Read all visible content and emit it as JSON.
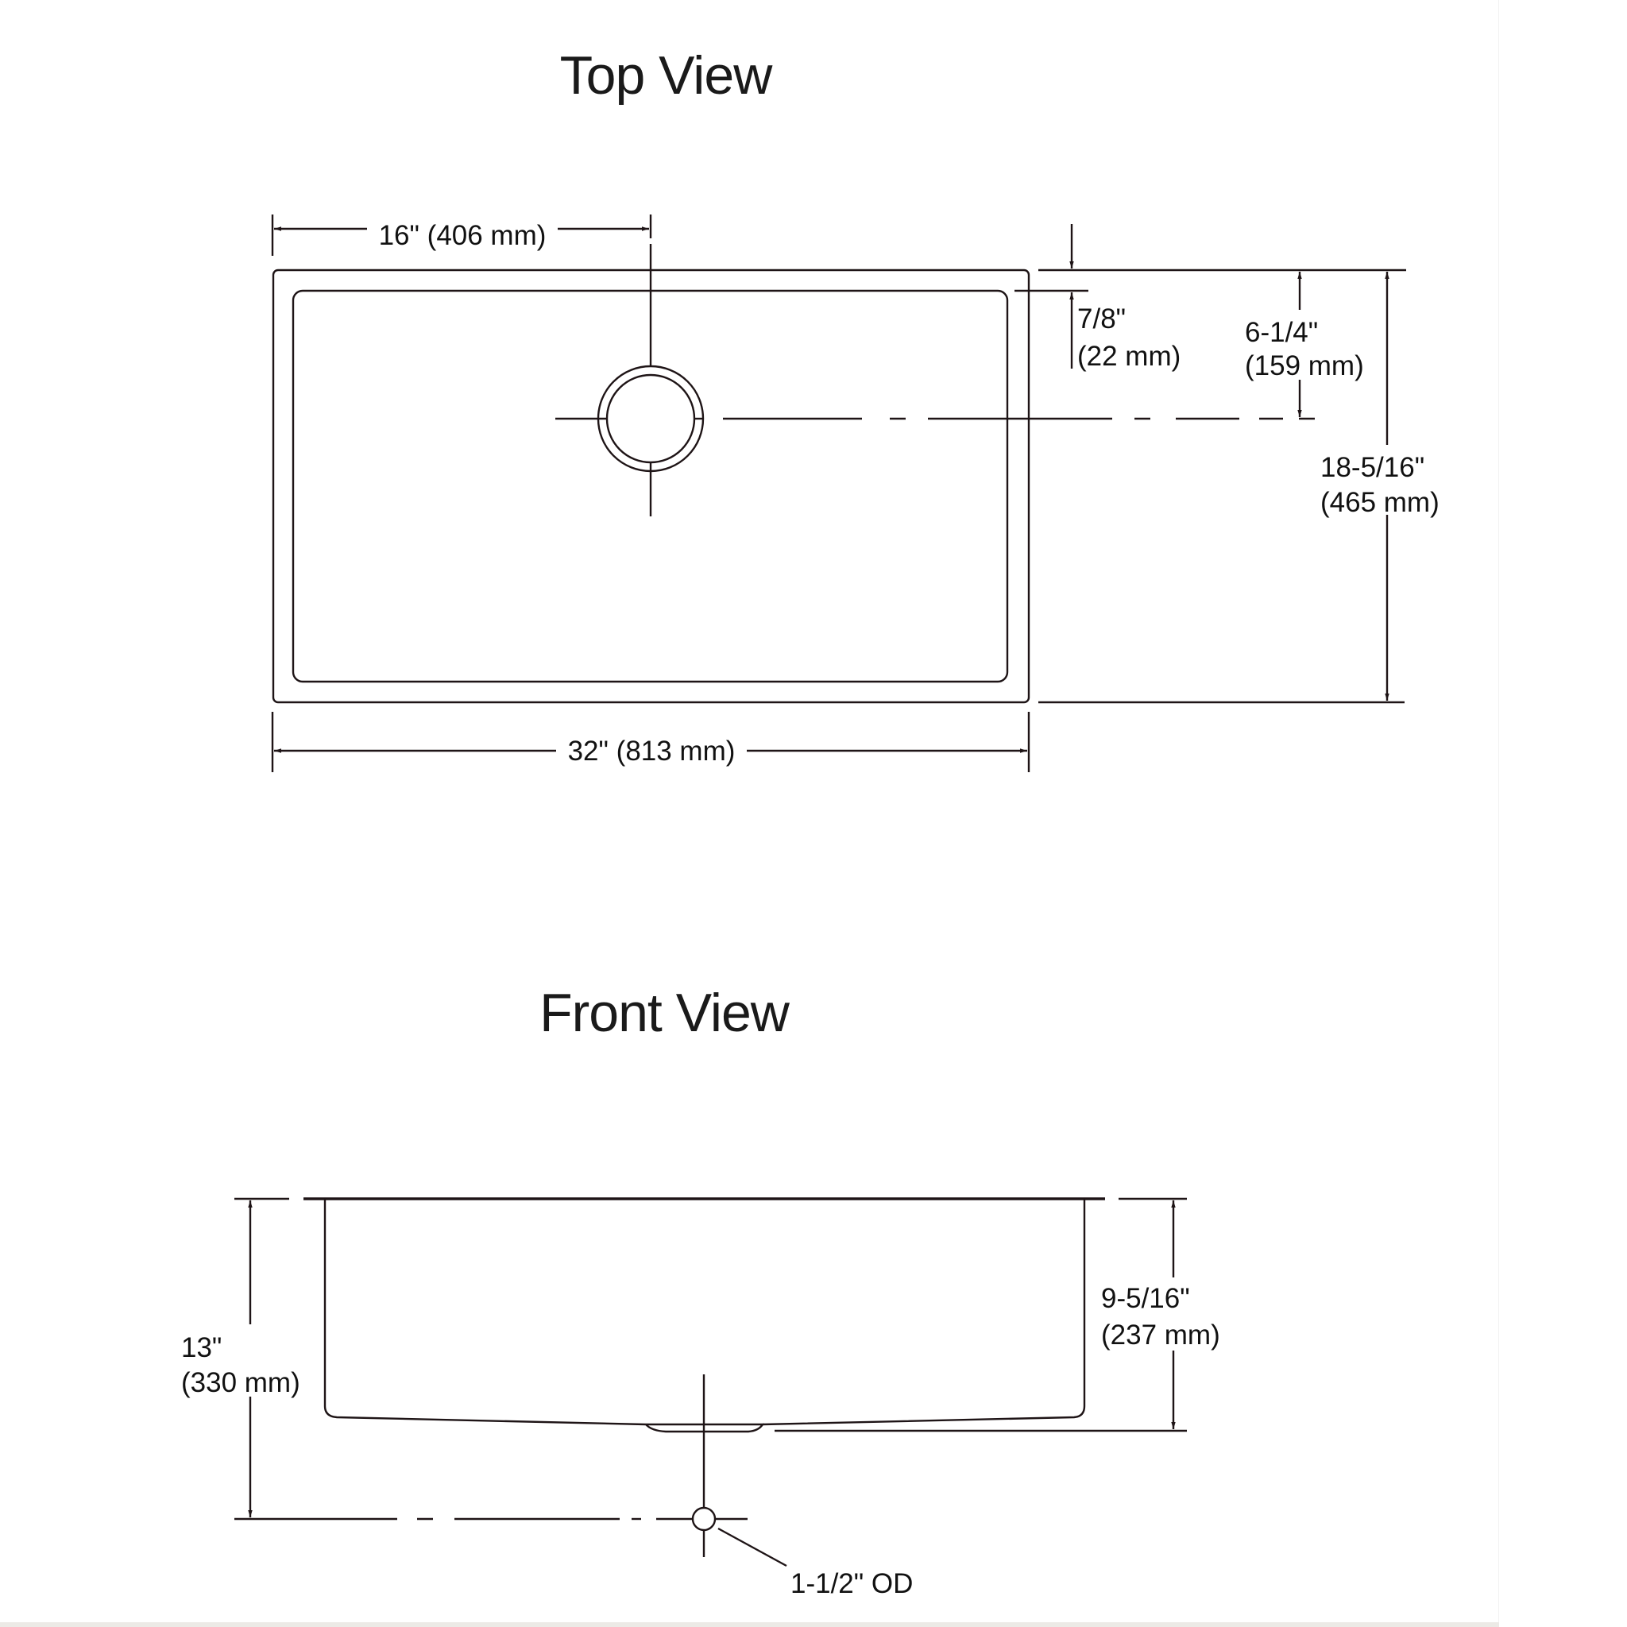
{
  "diagram": {
    "subject": "Undermount single-bowl kitchen sink dimension drawing",
    "colors": {
      "line": "#1e1416",
      "text": "#111111",
      "background": "#ffffff"
    }
  },
  "top_view": {
    "title": "Top View",
    "dimensions": {
      "drain_offset_x": "16\" (406 mm)",
      "overall_width": "32\" (813 mm)",
      "flange_width_line1": "7/8\"",
      "flange_width_line2": "(22 mm)",
      "drain_offset_y_line1": "6-1/4\"",
      "drain_offset_y_line2": "(159 mm)",
      "overall_depth_line1": "18-5/16\"",
      "overall_depth_line2": "(465 mm)"
    }
  },
  "front_view": {
    "title": "Front View",
    "dimensions": {
      "overall_height_line1": "13\"",
      "overall_height_line2": "(330 mm)",
      "bowl_depth_line1": "9-5/16\"",
      "bowl_depth_line2": "(237 mm)",
      "drain_od": "1-1/2\" OD"
    }
  }
}
